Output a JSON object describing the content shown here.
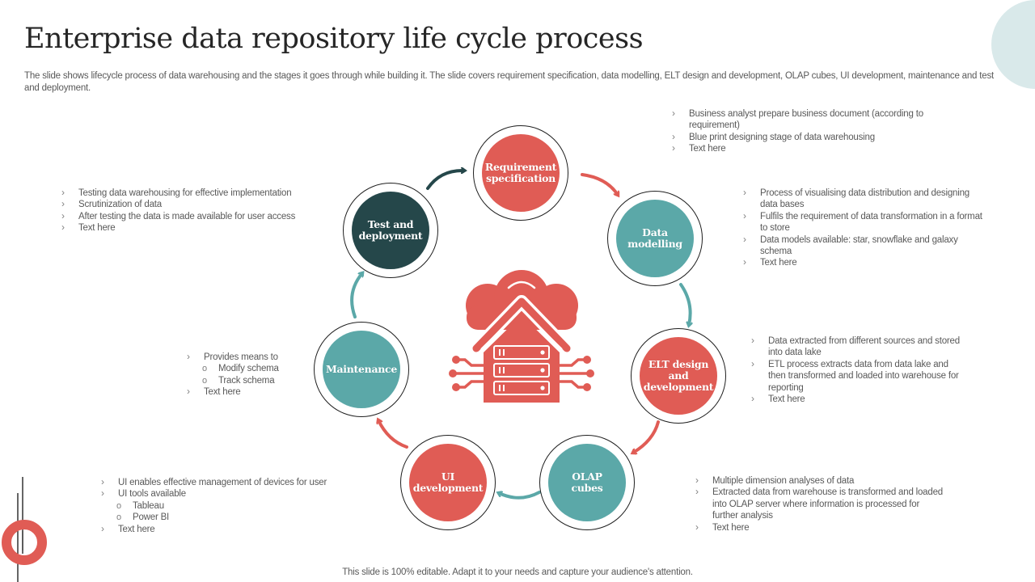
{
  "slide": {
    "title": "Enterprise data repository life cycle process",
    "subtitle": "The slide shows lifecycle process of data warehousing and the stages it goes through while building it. The slide covers requirement specification, data modelling, ELT design and development, OLAP cubes, UI development, maintenance and test and deployment.",
    "footer": "This slide is 100% editable. Adapt it to your needs and capture your audience's attention."
  },
  "colors": {
    "red": "#e05c55",
    "teal": "#5ba8a8",
    "dark_teal": "#25474a",
    "light_teal_deco": "#d9e9ea"
  },
  "center_icon": "cloud-data-warehouse-icon",
  "stages": [
    {
      "id": "requirement",
      "label": "Requirement\nspecification",
      "color": "red",
      "bullets": [
        {
          "text": "Business analyst prepare business document (according to requirement)",
          "level": 1
        },
        {
          "text": "Blue print designing stage of data warehousing",
          "level": 1
        },
        {
          "text": "Text here",
          "level": 1
        }
      ]
    },
    {
      "id": "data-modelling",
      "label": "Data\nmodelling",
      "color": "teal",
      "bullets": [
        {
          "text": "Process of visualising data distribution and designing data bases",
          "level": 1
        },
        {
          "text": "Fulfils the requirement of data transformation in a format to store",
          "level": 1
        },
        {
          "text": "Data models available: star, snowflake and galaxy schema",
          "level": 1
        },
        {
          "text": "Text here",
          "level": 1
        }
      ]
    },
    {
      "id": "elt-design",
      "label": "ELT design\nand\ndevelopment",
      "color": "red",
      "bullets": [
        {
          "text": "Data extracted from different sources and stored into data lake",
          "level": 1
        },
        {
          "text": "ETL process extracts data from data lake and then transformed and loaded into warehouse for reporting",
          "level": 1
        },
        {
          "text": "Text here",
          "level": 1
        }
      ]
    },
    {
      "id": "olap-cubes",
      "label": "OLAP\ncubes",
      "color": "teal",
      "bullets": [
        {
          "text": "Multiple dimension analyses of data",
          "level": 1
        },
        {
          "text": "Extracted data from warehouse is transformed and loaded into OLAP server where information is processed for further analysis",
          "level": 1
        },
        {
          "text": "Text here",
          "level": 1
        }
      ]
    },
    {
      "id": "ui-development",
      "label": "UI\ndevelopment",
      "color": "red",
      "bullets": [
        {
          "text": "UI enables effective management of devices for user",
          "level": 1
        },
        {
          "text": "UI tools available",
          "level": 1
        },
        {
          "text": "Tableau",
          "level": 2
        },
        {
          "text": "Power BI",
          "level": 2
        },
        {
          "text": "Text here",
          "level": 1
        }
      ]
    },
    {
      "id": "maintenance",
      "label": "Maintenance",
      "color": "teal",
      "bullets": [
        {
          "text": "Provides means to",
          "level": 1
        },
        {
          "text": "Modify schema",
          "level": 2
        },
        {
          "text": "Track schema",
          "level": 2
        },
        {
          "text": "Text here",
          "level": 1
        }
      ]
    },
    {
      "id": "test-deployment",
      "label": "Test and\ndeployment",
      "color": "dark_teal",
      "bullets": [
        {
          "text": "Testing data warehousing for effective implementation",
          "level": 1
        },
        {
          "text": "Scrutinization of data",
          "level": 1
        },
        {
          "text": "After testing the data is made available for user access",
          "level": 1
        },
        {
          "text": "Text here",
          "level": 1
        }
      ]
    }
  ]
}
